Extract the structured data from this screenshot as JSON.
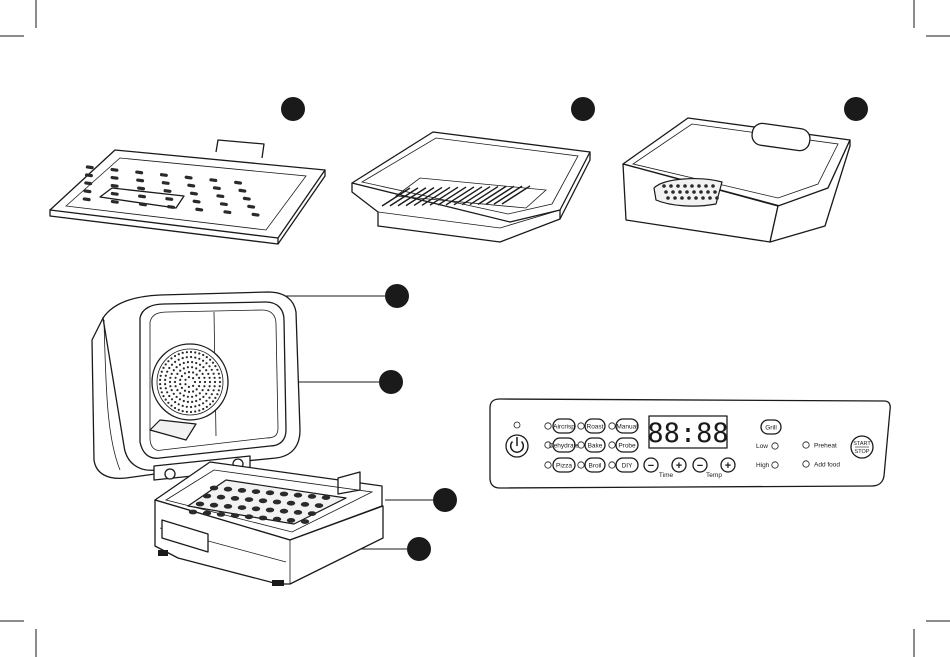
{
  "panel": {
    "modes": [
      [
        "Aircrisp",
        "Roast",
        "Manual"
      ],
      [
        "Dehydrate",
        "Bake",
        "Probe"
      ],
      [
        "Pizza",
        "Broil",
        "DIY"
      ]
    ],
    "display": "88:88",
    "grill": "Grill",
    "low": "Low",
    "high": "High",
    "preheat": "Preheat",
    "add_food": "Add food",
    "time": "Time",
    "temp": "Temp",
    "start": "START",
    "stop": "STOP",
    "minus": "−",
    "plus": "+"
  }
}
